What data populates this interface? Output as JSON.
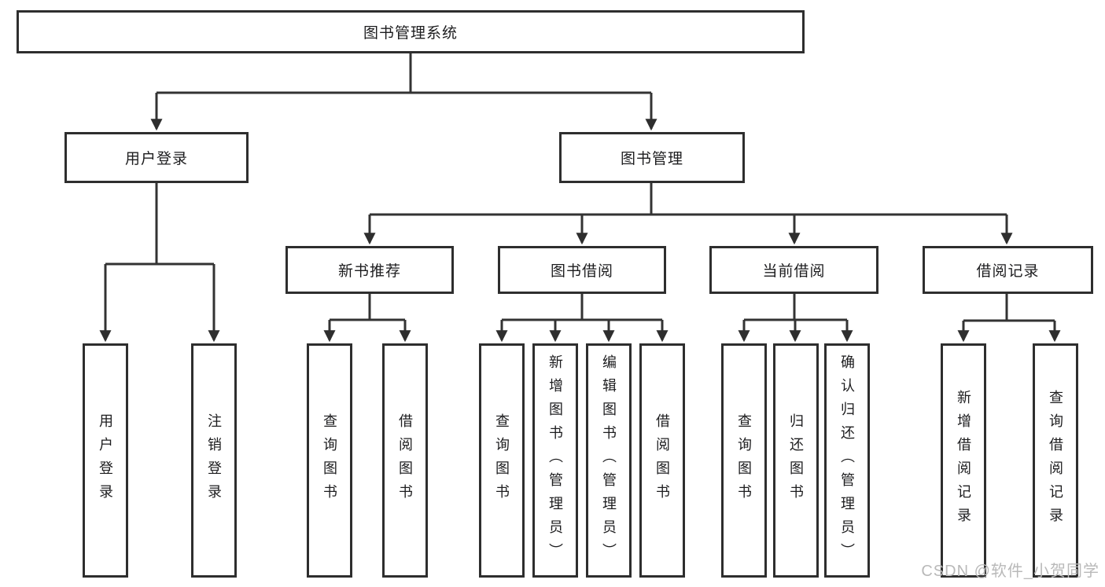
{
  "title": "图书管理系统",
  "watermark": "CSDN @软件_小贺同学",
  "colors": {
    "line": "#333333",
    "box_border": "#2e2e2e",
    "box_fill": "#ffffff",
    "text": "#1d1d1f",
    "watermark": "#b9b9b9"
  },
  "tree": {
    "root": {
      "label": "图书管理系统"
    },
    "level2": [
      {
        "label": "用户登录",
        "parent": "图书管理系统"
      },
      {
        "label": "图书管理",
        "parent": "图书管理系统"
      }
    ],
    "level3": [
      {
        "label": "新书推荐",
        "parent": "图书管理"
      },
      {
        "label": "图书借阅",
        "parent": "图书管理"
      },
      {
        "label": "当前借阅",
        "parent": "图书管理"
      },
      {
        "label": "借阅记录",
        "parent": "图书管理"
      }
    ],
    "leaves": [
      {
        "label": "用户登录",
        "parent": "用户登录"
      },
      {
        "label": "注销登录",
        "parent": "用户登录"
      },
      {
        "label": "查询图书",
        "parent": "新书推荐"
      },
      {
        "label": "借阅图书",
        "parent": "新书推荐"
      },
      {
        "label": "查询图书",
        "parent": "图书借阅"
      },
      {
        "label": "新增图书（管理员）",
        "parent": "图书借阅"
      },
      {
        "label": "编辑图书（管理员）",
        "parent": "图书借阅"
      },
      {
        "label": "借阅图书",
        "parent": "图书借阅"
      },
      {
        "label": "查询图书",
        "parent": "当前借阅"
      },
      {
        "label": "归还图书",
        "parent": "当前借阅"
      },
      {
        "label": "确认归还（管理员）",
        "parent": "当前借阅"
      },
      {
        "label": "新增借阅记录",
        "parent": "借阅记录"
      },
      {
        "label": "查询借阅记录",
        "parent": "借阅记录"
      }
    ]
  }
}
